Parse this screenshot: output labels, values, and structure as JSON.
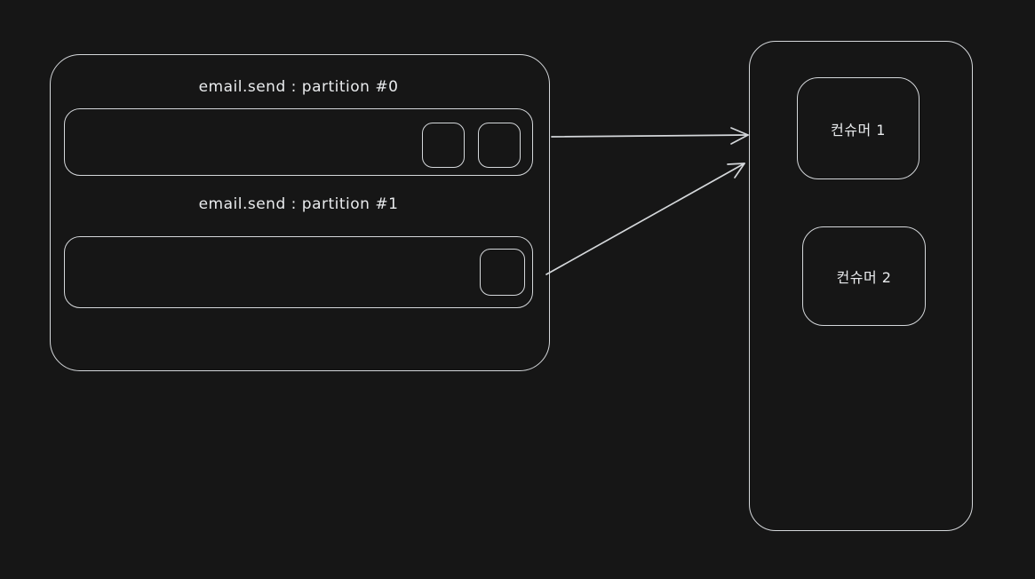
{
  "diagram": {
    "background": "#161616",
    "stroke_color": "#d4d7da",
    "text_color": "#e9ebed",
    "topic_box": {
      "partitions": [
        {
          "label": "email.send : partition #0",
          "message_count": 2
        },
        {
          "label": "email.send : partition #1",
          "message_count": 1
        }
      ]
    },
    "consumer_group_box": {
      "consumers": [
        {
          "label": "컨슈머 1"
        },
        {
          "label": "컨슈머 2"
        }
      ]
    },
    "arrows": [
      {
        "from": "partition #0",
        "to": "consumer group"
      },
      {
        "from": "partition #1",
        "to": "consumer group"
      }
    ]
  }
}
